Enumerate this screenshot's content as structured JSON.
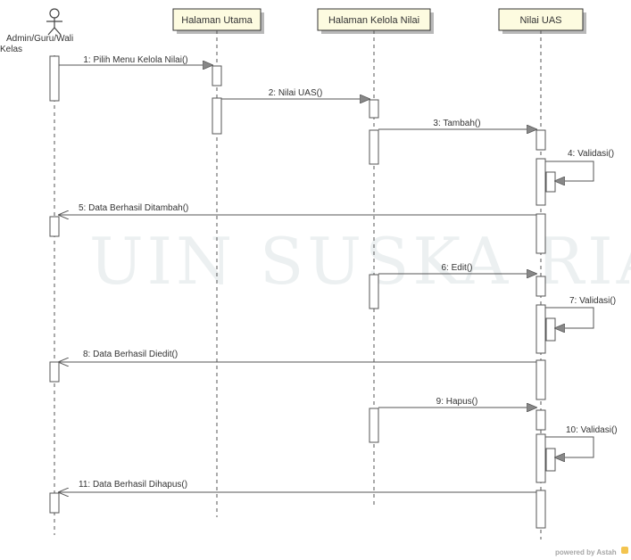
{
  "actor": {
    "label_line1": "Admin/Guru/Wali",
    "label_line2": "Kelas"
  },
  "lifelines": [
    {
      "label": "Halaman Utama"
    },
    {
      "label": "Halaman Kelola Nilai"
    },
    {
      "label": "Nilai UAS"
    }
  ],
  "messages": [
    {
      "label": "1: Pilih Menu Kelola Nilai()"
    },
    {
      "label": "2: Nilai UAS()"
    },
    {
      "label": "3: Tambah()"
    },
    {
      "label": "4: Validasi()"
    },
    {
      "label": "5: Data Berhasil Ditambah()"
    },
    {
      "label": "6: Edit()"
    },
    {
      "label": "7: Validasi()"
    },
    {
      "label": "8: Data Berhasil Diedit()"
    },
    {
      "label": "9: Hapus()"
    },
    {
      "label": "10: Validasi()"
    },
    {
      "label": "11: Data Berhasil Dihapus()"
    }
  ],
  "watermark": "UIN SUSKA RIA",
  "footer": {
    "powered_by": "powered by Astah"
  },
  "colors": {
    "lifeline_box_fill": "#fdfbe0",
    "line": "#555555",
    "watermark": "#ecf0f1"
  }
}
